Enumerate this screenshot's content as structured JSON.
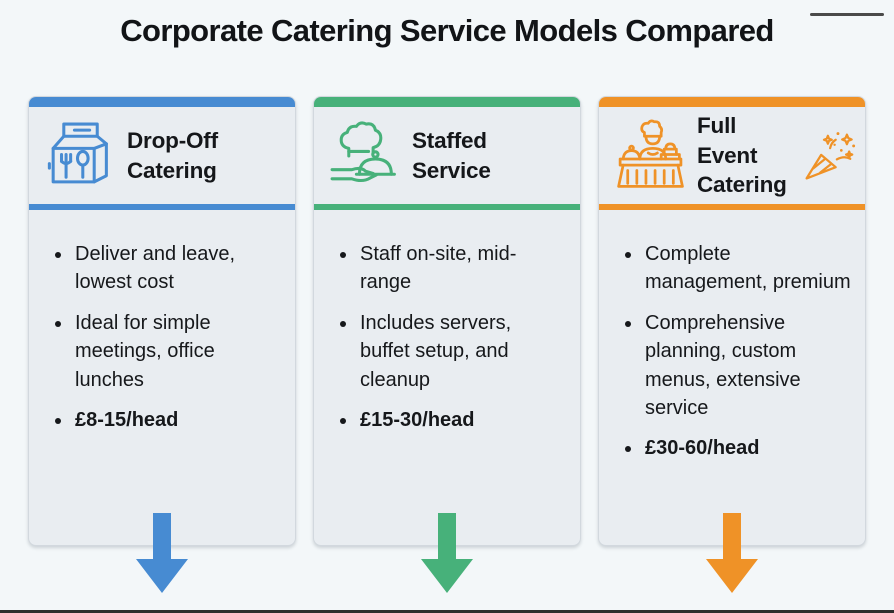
{
  "title": "Corporate Catering Service Models Compared",
  "colors": {
    "blue": "#478bd2",
    "green": "#47b17a",
    "orange": "#ef9227",
    "card_bg": "#e9edf1",
    "page_bg": "#f3f7f9",
    "text": "#16181b"
  },
  "cards": [
    {
      "title": "Drop-Off\nCatering",
      "icon": "takeout-box-icon",
      "accent": "#478bd2",
      "bullets": [
        "Deliver and leave, lowest cost",
        "Ideal for simple meetings, office lunches"
      ],
      "price": "£8-15/head"
    },
    {
      "title": "Staffed\nService",
      "icon": "chef-hat-serving-icon",
      "accent": "#47b17a",
      "bullets": [
        "Staff on-site, mid-range",
        "Includes servers, buffet setup, and cleanup"
      ],
      "price": "£15-30/head"
    },
    {
      "title": "Full Event\nCatering",
      "icon": "buffet-table-icon",
      "secondary_icon": "party-popper-icon",
      "accent": "#ef9227",
      "bullets": [
        "Complete management, premium",
        "Comprehensive planning, custom menus, extensive service"
      ],
      "price": "£30-60/head"
    }
  ]
}
